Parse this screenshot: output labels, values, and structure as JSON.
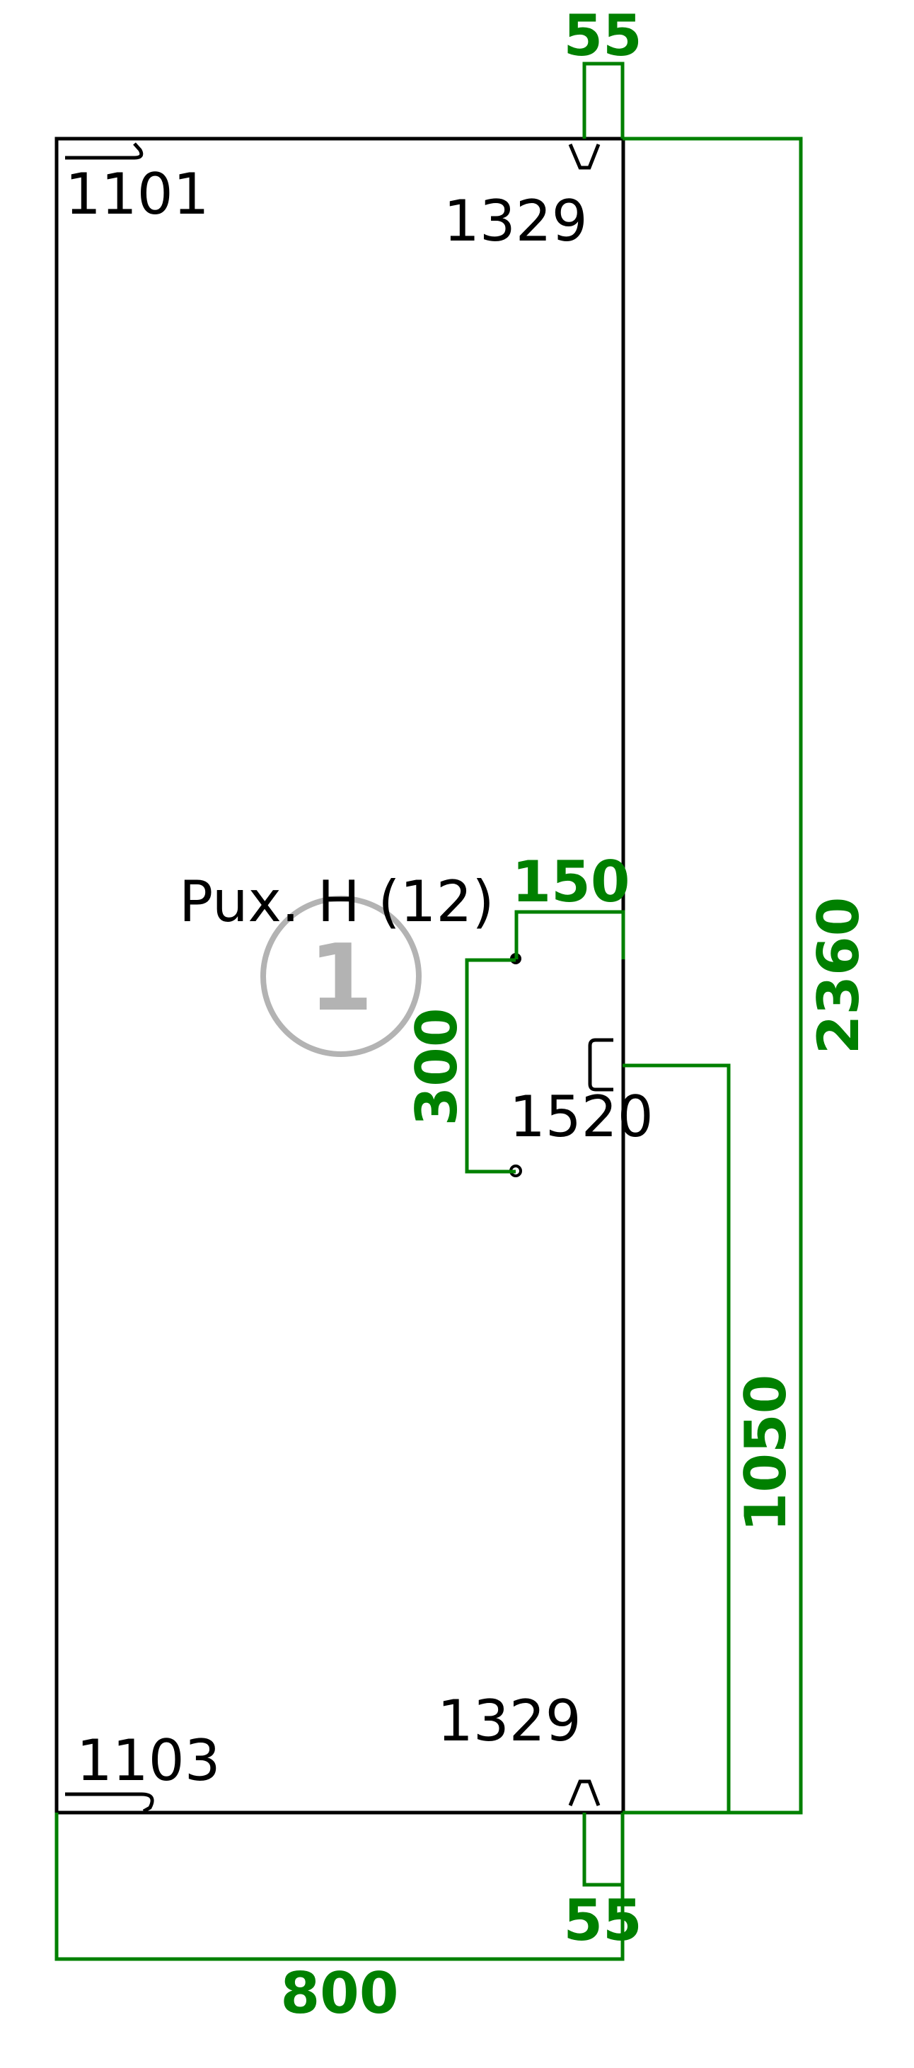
{
  "colors": {
    "outline": "#000000",
    "dimension": "#008000",
    "badge": "#b3b3b3",
    "background": "#ffffff"
  },
  "panel": {
    "corner_top_left": "1101",
    "corner_bottom_left": "1103",
    "hinge_top": "1329",
    "hinge_bottom": "1329",
    "handle_fitting": "1520",
    "handle_label": "Pux. H (12)",
    "badge_number": "1"
  },
  "dimensions": {
    "hinge_offset_top": "55",
    "hinge_offset_bottom": "55",
    "total_height": "2360",
    "handle_inset": "150",
    "handle_spacing": "300",
    "handle_height": "1050",
    "total_width": "800"
  }
}
